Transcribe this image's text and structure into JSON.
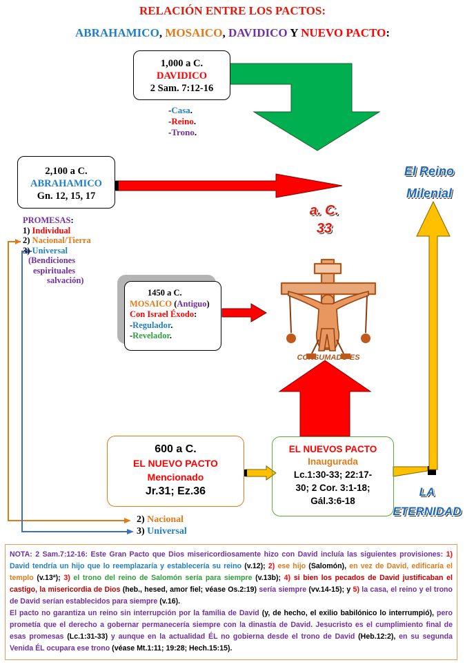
{
  "title": {
    "line1": "RELACIÓN ENTRE LOS PACTOS:",
    "abrahamico": "ABRAHAMICO",
    "comma1": ", ",
    "mosaico": "MOSAICO",
    "comma2": ", ",
    "davidico": "DAVIDICO",
    "y": " Y ",
    "nuevo": "NUEVO PACTO",
    "colon": ":"
  },
  "davidico_box": {
    "date": "1,000 a C.",
    "name": "DAVIDICO",
    "ref": "2 Sam. 7:12-16",
    "items": [
      {
        "dash": "-",
        "label": "Casa",
        "dot": "."
      },
      {
        "dash": "-",
        "label": "Reino",
        "dot": "."
      },
      {
        "dash": "-",
        "label": "Trono",
        "dot": "."
      }
    ]
  },
  "abrahamico_box": {
    "date": "2,100 a C.",
    "name": "ABRAHAMICO",
    "ref": "Gn. 12, 15, 17"
  },
  "promesas": {
    "heading": "PROMESAS",
    "colon": ":",
    "items": [
      {
        "num": "1) ",
        "label": "Individual"
      },
      {
        "num": "2) ",
        "label": "Nacional/Tierra"
      },
      {
        "num": "3) ",
        "label": "Universal"
      }
    ],
    "sub": [
      "(Bendiciones",
      "espirituales",
      "salvación)"
    ]
  },
  "mosaico_box": {
    "date": "1450 a C.",
    "name": "MOSAICO",
    "paren": "Antiguo",
    "line3": "Con Israel Éxodo",
    "colon": ":",
    "items": [
      {
        "dash": "-",
        "label": "Regulador",
        "dot": "."
      },
      {
        "dash": "-",
        "label": "Revelador",
        "dot": "."
      }
    ]
  },
  "center": {
    "ac": "a. C.",
    "year": "33",
    "crucifix_caption": "CONSUMADO ES"
  },
  "reino": {
    "line1": "El Reino",
    "line2": "Milenial"
  },
  "eternidad": {
    "line1": "LA",
    "line2": "ETERNIDAD"
  },
  "nuevo_mencionado_box": {
    "date": "600 a C.",
    "name": "EL NUEVO PACTO",
    "status": "Mencionado",
    "ref": "Jr.31; Ez.36"
  },
  "nuevo_inaugurado_box": {
    "name": "EL NUEVOS PACTO",
    "status": "Inaugurada",
    "ref1": "Lc.1:30-33; 22:17-",
    "ref2": "30; 2 Cor. 3:1-18;",
    "ref3": "Gál.3:6-18"
  },
  "bottom_labels": {
    "nacional_num": "2) ",
    "nacional": "Nacional",
    "universal_num": "3) ",
    "universal": "Universal"
  },
  "colors": {
    "red": "#ff0000",
    "green": "#00b050",
    "gold": "#ffc000",
    "blue": "#1f7fc4",
    "orange": "#e07a18",
    "purple": "#7030a0"
  },
  "note": {
    "segments": [
      {
        "t": "NOTA: 2 Sam.7:12-16: ",
        "c": "#7030a0"
      },
      {
        "t": "Este Gran Pacto que Dios misericordiosamente hizo con David incluía las siguientes provisiones: ",
        "c": "#7030a0"
      },
      {
        "t": "1) ",
        "c": "#ff0000"
      },
      {
        "t": "David tendría un hijo que lo reemplazaría y establecería su reino ",
        "c": "#1f7fc4"
      },
      {
        "t": "(v.12); ",
        "c": "#000000"
      },
      {
        "t": "2) ",
        "c": "#ff0000"
      },
      {
        "t": "ese hijo ",
        "c": "#e07a18"
      },
      {
        "t": "(Salomón), ",
        "c": "#000000"
      },
      {
        "t": "en vez de David, edificaría el templo ",
        "c": "#e07a18"
      },
      {
        "t": "(v.13ª); ",
        "c": "#000000"
      },
      {
        "t": "3) ",
        "c": "#ff0000"
      },
      {
        "t": "el trono del reino de Salomón sería para siempre ",
        "c": "#2e9e3a"
      },
      {
        "t": "(v.13b); ",
        "c": "#000000"
      },
      {
        "t": "4) ",
        "c": "#ff0000"
      },
      {
        "t": "si bien los pecados de David justificaban el castigo, la misericordia de Dios ",
        "c": "#c00000"
      },
      {
        "t": "(heb., hesed, amor fiel; véase Os.2:19) ",
        "c": "#000000"
      },
      {
        "t": "sería siempre ",
        "c": "#7030a0"
      },
      {
        "t": "(vv.14-15); y ",
        "c": "#000000"
      },
      {
        "t": "5) ",
        "c": "#ff0000"
      },
      {
        "t": "la casa, el reino y el trono de David serían establecidos para siempre ",
        "c": "#7030a0"
      },
      {
        "t": "(v.16).",
        "c": "#000000"
      },
      {
        "t": "\n",
        "c": "#000000"
      },
      {
        "t": "El pacto no garantiza un reino sin interrupción por la familia de David ",
        "c": "#7030a0"
      },
      {
        "t": "(y, de hecho, el exilio babilónico lo interrumpió), ",
        "c": "#000000"
      },
      {
        "t": "pero prometía que el derecho a gobernar permanecería siempre con la dinastía de David. Jesucristo es el cumplimiento final de esas promesas ",
        "c": "#7030a0"
      },
      {
        "t": "(Lc.1:31-33) ",
        "c": "#000000"
      },
      {
        "t": "y aunque en la actualidad ÉL no gobierna desde el trono de David ",
        "c": "#7030a0"
      },
      {
        "t": "(Heb.12:2), ",
        "c": "#000000"
      },
      {
        "t": "en su segunda Venida ÉL ocupara ese trono ",
        "c": "#7030a0"
      },
      {
        "t": "(véase Mt.1:11; 19:28; Hech.15:15).",
        "c": "#000000"
      }
    ]
  }
}
